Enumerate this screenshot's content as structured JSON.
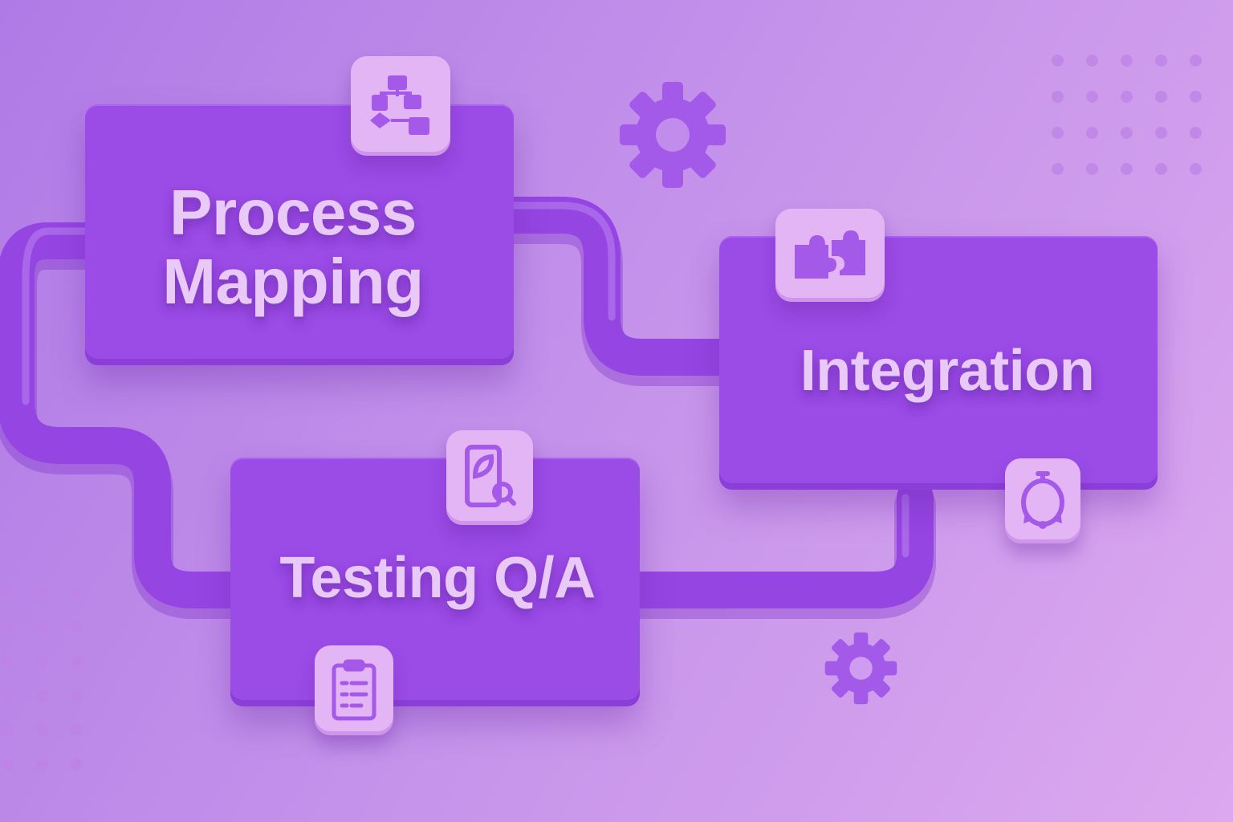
{
  "steps": [
    {
      "label_line1": "Process",
      "label_line2": "Mapping",
      "badge_icon": "flowchart-icon"
    },
    {
      "label": "Integration",
      "badge_icon": "puzzle-icon"
    },
    {
      "label": "Testing Q/A",
      "badge_icon": "mobile-search-icon"
    }
  ],
  "extra_badges": [
    "clipboard-checklist-icon",
    "cycle-icon"
  ],
  "decorations": [
    "gear-icon",
    "gear-icon"
  ],
  "colors": {
    "background": "#c391ea",
    "card": "#9b4be6",
    "pipe": "#9545e2",
    "badge": "#e3b5f5",
    "label_text": "#e9c9f7"
  }
}
